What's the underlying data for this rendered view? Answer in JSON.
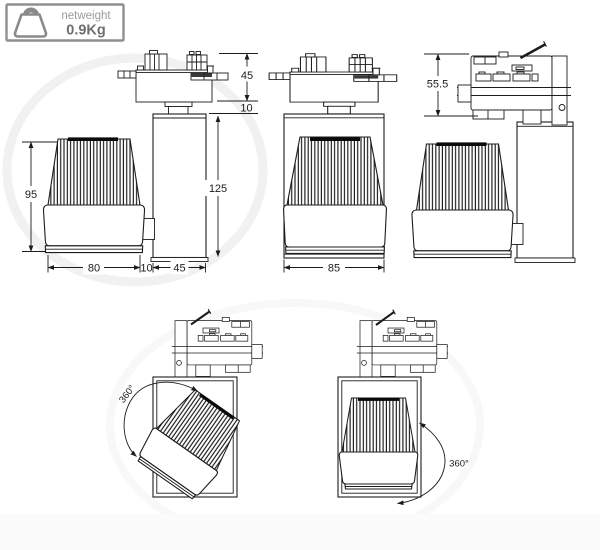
{
  "badge": {
    "label": "netweight",
    "value": "0.9Kg"
  },
  "dimensions": {
    "side_view": {
      "adapter_height": "45",
      "neck_height": "10",
      "body_height": "125",
      "head_height": "95",
      "head_width": "80",
      "head_body_gap": "10",
      "body_width": "45"
    },
    "front_view": {
      "overall_width": "85"
    },
    "rear_view": {
      "adapter_depth": "55.5"
    }
  },
  "rotation": {
    "left_label": "360°",
    "right_label": "360°"
  },
  "colors": {
    "line": "#1c1c1c",
    "badge_border": "#8f8f8f",
    "badge_label_text": "#9c9c9c",
    "badge_value_text": "#6f6f6f",
    "background": "#ffffff"
  }
}
